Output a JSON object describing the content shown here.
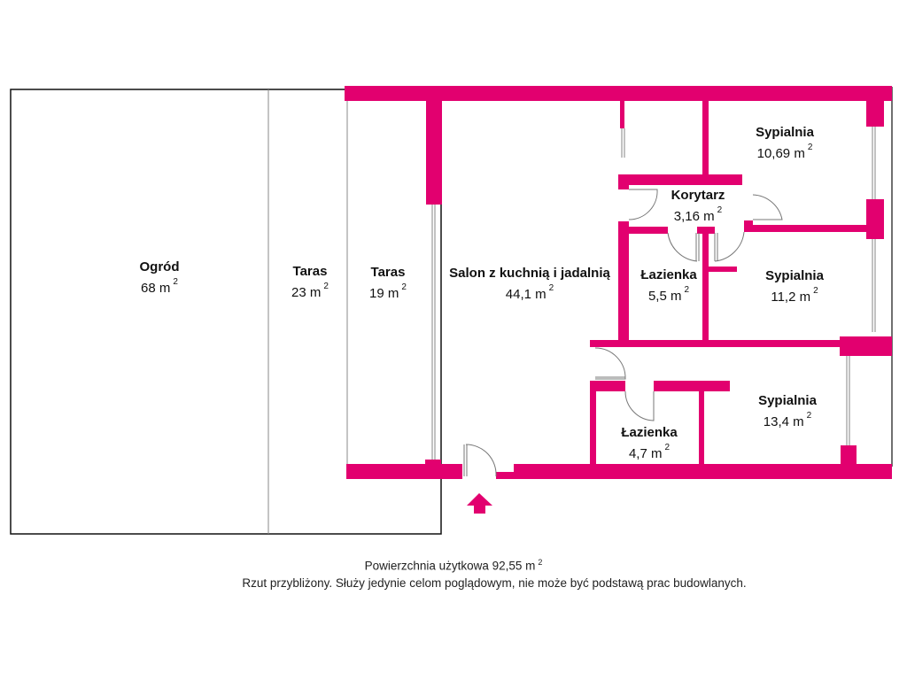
{
  "colors": {
    "wall": "#e2006f",
    "outline": "#111111",
    "thin_line": "#888888",
    "window": "#9a9a9a",
    "text": "#111111"
  },
  "area_unit": "m",
  "area_exponent": "2",
  "rooms": [
    {
      "id": "ogrod",
      "name": "Ogród",
      "area": "68"
    },
    {
      "id": "taras-outer",
      "name": "Taras",
      "area": "23"
    },
    {
      "id": "taras-inner",
      "name": "Taras",
      "area": "19"
    },
    {
      "id": "salon",
      "name": "Salon z kuchnią i jadalnią",
      "area": "44,1"
    },
    {
      "id": "korytarz",
      "name": "Korytarz",
      "area": "3,16"
    },
    {
      "id": "sypialnia-1",
      "name": "Sypialnia",
      "area": "10,69"
    },
    {
      "id": "lazienka-1",
      "name": "Łazienka",
      "area": "5,5"
    },
    {
      "id": "sypialnia-2",
      "name": "Sypialnia",
      "area": "11,2"
    },
    {
      "id": "lazienka-2",
      "name": "Łazienka",
      "area": "4,7"
    },
    {
      "id": "sypialnia-3",
      "name": "Sypialnia",
      "area": "13,4"
    }
  ],
  "entrance_icon": "arrow-up-icon",
  "footer": {
    "usable_area_label": "Powierzchnia użytkowa 92,55 m",
    "usable_area_exponent": "2",
    "disclaimer": "Rzut przybliżony. Służy jedynie celom poglądowym, nie może być podstawą prac budowlanych."
  }
}
